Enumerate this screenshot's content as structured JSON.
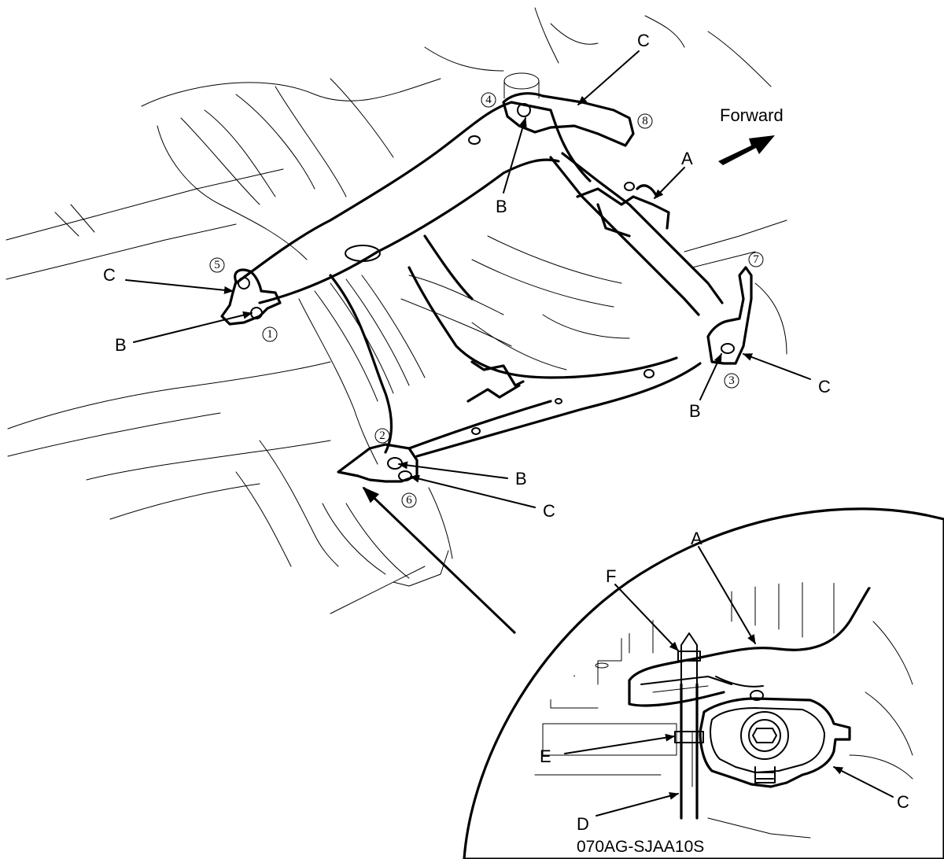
{
  "direction_label": "Forward",
  "callouts": {
    "A": "A",
    "B": "B",
    "C": "C",
    "D": "D",
    "E": "E",
    "F": "F"
  },
  "bolt_sequence": [
    "1",
    "2",
    "3",
    "4",
    "5",
    "6",
    "7",
    "8"
  ],
  "figure_code": "070AG-SJAA10S"
}
